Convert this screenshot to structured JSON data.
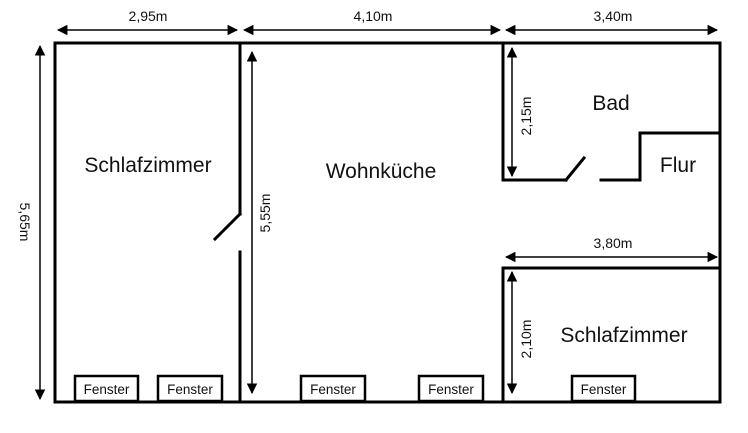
{
  "dimensions": {
    "top_left": "2,95m",
    "top_middle": "4,10m",
    "top_right": "3,40m",
    "left_height": "5,65m",
    "middle_height": "5,55m",
    "bad_height": "2,15m",
    "flur_width": "3,80m",
    "bedroom_right_height": "2,10m"
  },
  "rooms": {
    "bedroom_left": "Schlafzimmer",
    "wohnkueche": "Wohnküche",
    "bad": "Bad",
    "flur": "Flur",
    "bedroom_right": "Schlafzimmer"
  },
  "windows": [
    "Fenster",
    "Fenster",
    "Fenster",
    "Fenster",
    "Fenster"
  ]
}
